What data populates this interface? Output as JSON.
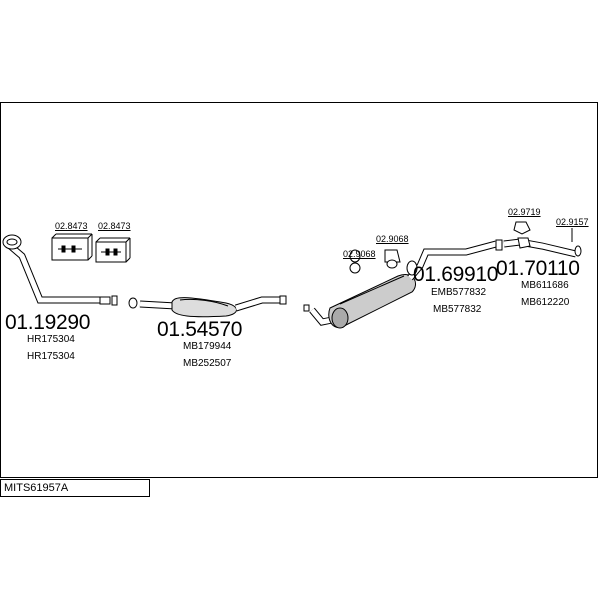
{
  "diagram": {
    "parts": [
      {
        "number": "01.19290",
        "refs": [
          "HR175304",
          "HR175304"
        ]
      },
      {
        "number": "01.54570",
        "refs": [
          "MB179944",
          "MB252507"
        ]
      },
      {
        "number": "01.69910",
        "refs": [
          "EMB577832",
          "MB577832"
        ]
      },
      {
        "number": "01.70110",
        "refs": [
          "MB611686",
          "MB612220"
        ]
      }
    ],
    "accessories": [
      "02.8473",
      "02.8473",
      "02.9068",
      "02.9068",
      "02.9719",
      "02.9157"
    ],
    "kit_code": "MITS61957A"
  }
}
